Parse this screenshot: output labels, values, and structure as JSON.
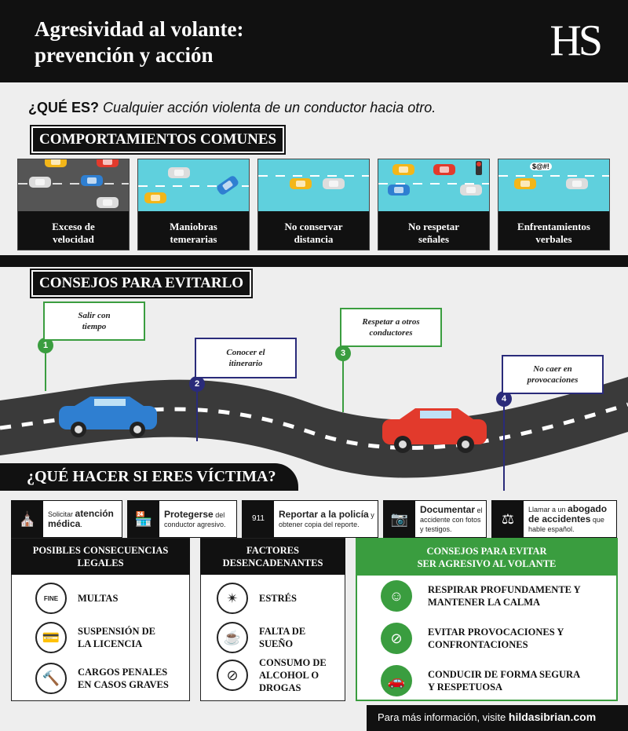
{
  "header": {
    "title_line1": "Agresividad al volante:",
    "title_line2": "prevención y acción",
    "logo": "HS"
  },
  "que_es": {
    "label": "¿QUÉ ES?",
    "definition": "Cualquier acción violenta de un conductor hacia otro."
  },
  "comportamientos": {
    "heading": "COMPORTAMIENTOS COMUNES",
    "cards": [
      {
        "line1": "Exceso de",
        "line2": "velocidad"
      },
      {
        "line1": "Maniobras",
        "line2": "temerarias"
      },
      {
        "line1": "No conservar",
        "line2": "distancia"
      },
      {
        "line1": "No respetar",
        "line2": "señales"
      },
      {
        "line1": "Enfrentamientos",
        "line2": "verbales"
      }
    ],
    "speech_bubble": "$@#!"
  },
  "consejos": {
    "heading": "CONSEJOS PARA EVITARLO",
    "steps": [
      {
        "number": "1",
        "line1": "Salir con",
        "line2": "tiempo"
      },
      {
        "number": "2",
        "line1": "Conocer el",
        "line2": "itinerario"
      },
      {
        "number": "3",
        "line1": "Respetar a otros",
        "line2": "conductores"
      },
      {
        "number": "4",
        "line1": "No caer en",
        "line2": "provocaciones"
      }
    ]
  },
  "victima": {
    "heading": "¿QUÉ HACER SI ERES VÍCTIMA?",
    "actions": [
      {
        "pre": "Solicitar ",
        "bold": "atención médica",
        "post": ".",
        "icon": "hospital-icon"
      },
      {
        "pre": "",
        "bold": "Protegerse",
        "post": " del conductor agresivo.",
        "icon": "store-icon"
      },
      {
        "pre": "",
        "bold": "Reportar a la policía",
        "post": " y obtener copia del reporte.",
        "icon": "phone-911-icon"
      },
      {
        "pre": "",
        "bold": "Documentar",
        "post": " el accidente con fotos y testigos.",
        "icon": "camera-phone-icon"
      },
      {
        "pre": "Llamar a un ",
        "bold": "abogado de accidentes",
        "post": " que hable español.",
        "icon": "scales-icon"
      }
    ],
    "phone_label": "911"
  },
  "panels": {
    "legales": {
      "heading_line1": "POSIBLES CONSECUENCIAS",
      "heading_line2": "LEGALES",
      "items": [
        {
          "line1": "MULTAS",
          "line2": ""
        },
        {
          "line1": "SUSPENSIÓN DE",
          "line2": "LA LICENCIA"
        },
        {
          "line1": "CARGOS PENALES",
          "line2": "EN CASOS GRAVES"
        }
      ],
      "fine_label": "FINE"
    },
    "factores": {
      "heading_line1": "FACTORES",
      "heading_line2": "DESENCADENANTES",
      "items": [
        {
          "line1": "ESTRÉS",
          "line2": "",
          "line3": ""
        },
        {
          "line1": "FALTA DE",
          "line2": "SUEÑO",
          "line3": ""
        },
        {
          "line1": "CONSUMO DE",
          "line2": "ALCOHOL O",
          "line3": "DROGAS"
        }
      ]
    },
    "evitar": {
      "heading_line1": "CONSEJOS PARA EVITAR",
      "heading_line2": "SER AGRESIVO AL VOLANTE",
      "items": [
        {
          "line1": "RESPIRAR PROFUNDAMENTE Y",
          "line2": "MANTENER LA CALMA"
        },
        {
          "line1": "EVITAR PROVOCACIONES Y",
          "line2": "CONFRONTACIONES"
        },
        {
          "line1": "CONDUCIR DE FORMA SEGURA",
          "line2": "Y RESPETUOSA"
        }
      ]
    }
  },
  "footer": {
    "text": "Para más información, visite ",
    "link": "hildasibrian.com"
  },
  "colors": {
    "green": "#3a9d3f",
    "navy": "#2a2b7a",
    "black": "#111111",
    "road": "#3a3a3a"
  }
}
